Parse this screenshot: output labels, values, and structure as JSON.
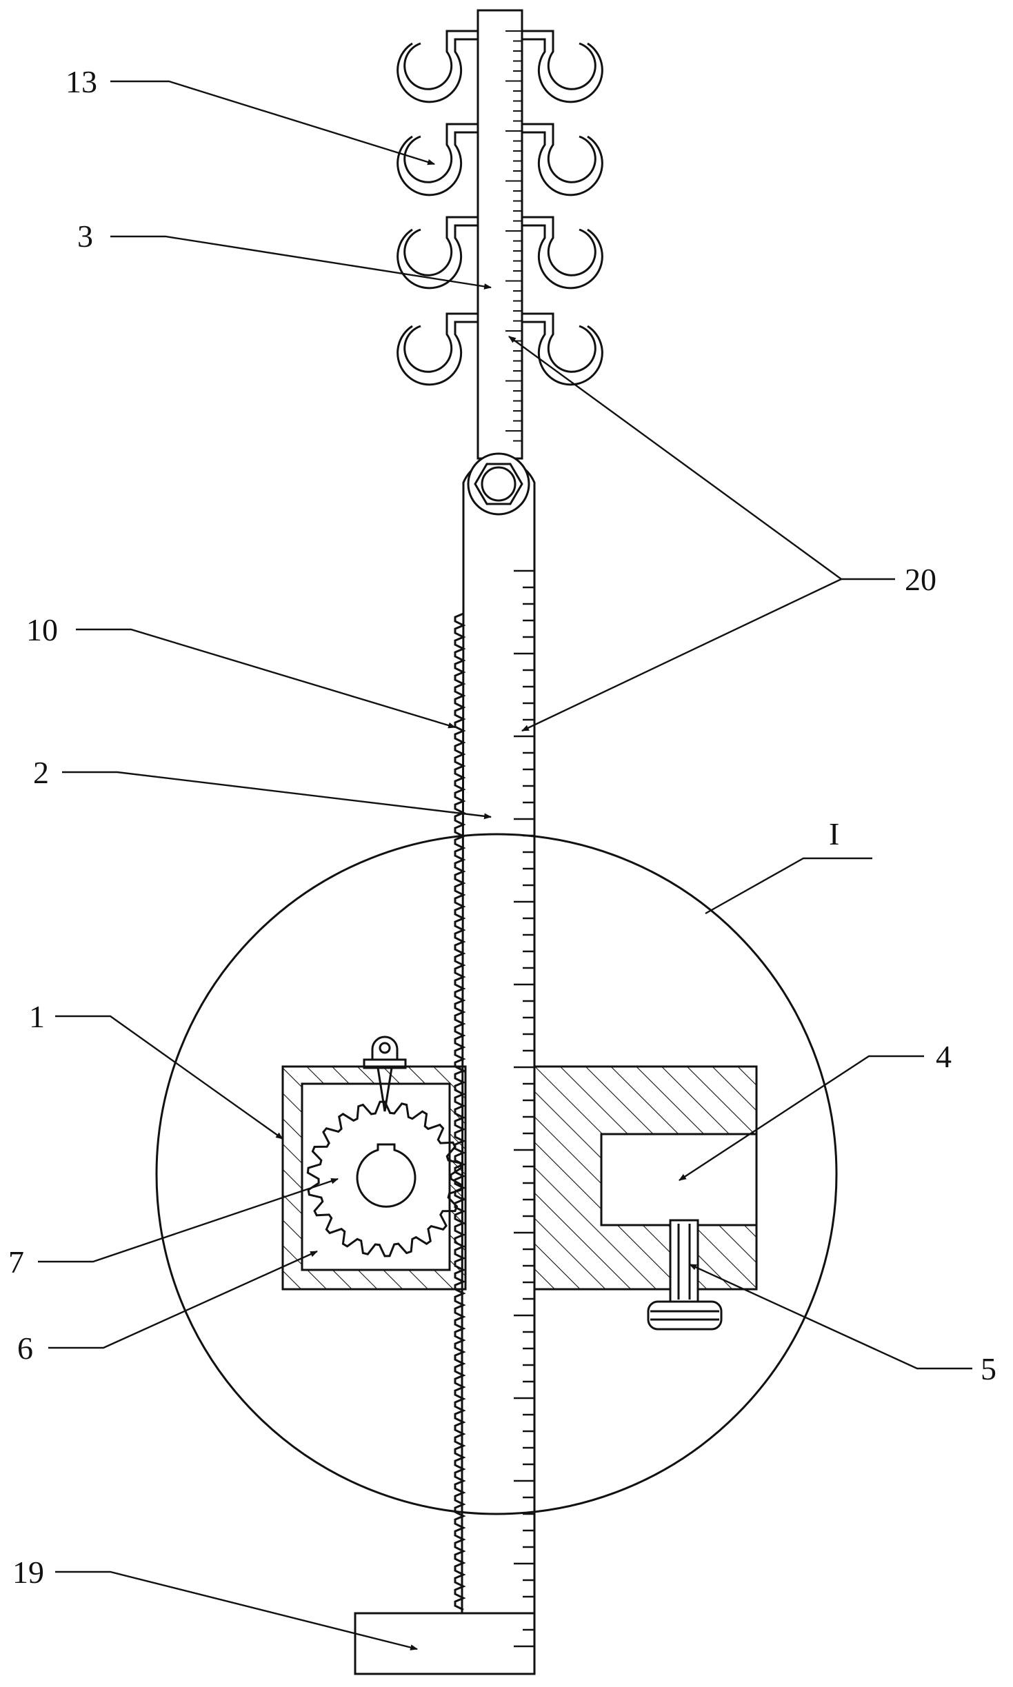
{
  "labels": {
    "l13": "13",
    "l3": "3",
    "l20": "20",
    "l10": "10",
    "l2": "2",
    "lI": "I",
    "l1": "1",
    "l4": "4",
    "l7": "7",
    "l6": "6",
    "l5": "5",
    "l19": "19"
  },
  "colors": {
    "line": "#111111",
    "background": "#ffffff"
  },
  "icons": [
    "hex-bolt-icon",
    "gear-icon",
    "hook-icon",
    "screw-icon",
    "pointer-icon"
  ]
}
